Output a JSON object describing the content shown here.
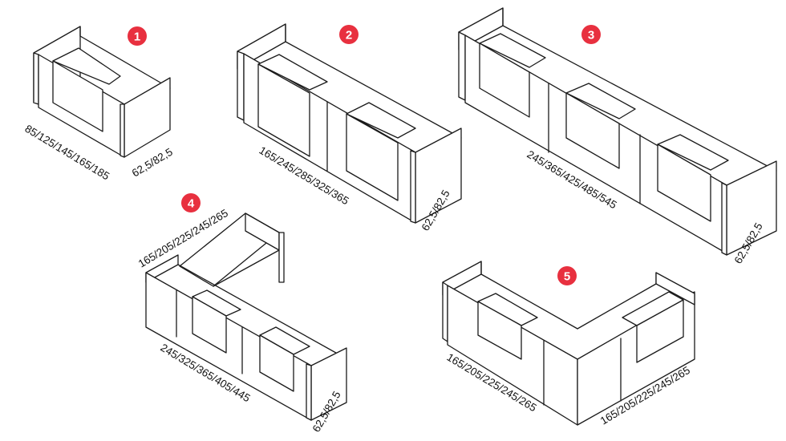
{
  "badge_color": "#e8303f",
  "models": [
    {
      "number": "1",
      "width_label": "85/125/145/165/185",
      "depth_label": "62,5/82,5"
    },
    {
      "number": "2",
      "width_label": "165/245/285/325/365",
      "depth_label": "62,5/82,5"
    },
    {
      "number": "3",
      "width_label": "245/365/425/485/545",
      "depth_label": "62,5/82,5"
    },
    {
      "number": "4",
      "top_label": "165/205/225/245/265",
      "width_label": "245/325/365/405/445",
      "depth_label": "62,5/82,5"
    },
    {
      "number": "5",
      "left_label": "165/205/225/245/265",
      "right_label": "165/205/225/245/265"
    }
  ]
}
